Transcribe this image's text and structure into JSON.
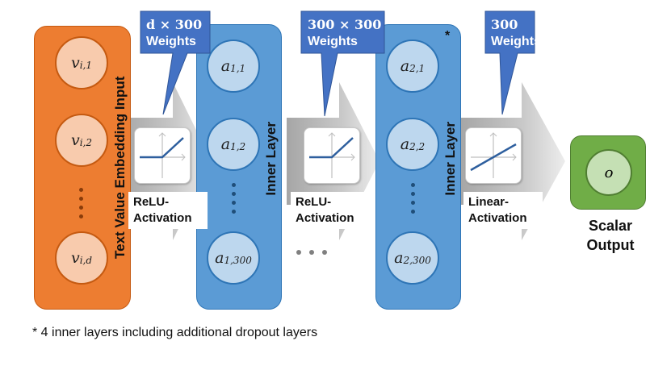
{
  "input_column": {
    "label": "Text Value Embedding Input",
    "nodes": [
      {
        "base": "v",
        "sub": "i,1"
      },
      {
        "base": "v",
        "sub": "i,2"
      },
      {
        "base": "v",
        "sub": "i,d"
      }
    ],
    "color": "#ed7d31"
  },
  "inner_layers": [
    {
      "label": "Inner Layer",
      "nodes": [
        {
          "base": "a",
          "sub": "1,1"
        },
        {
          "base": "a",
          "sub": "1,2"
        },
        {
          "base": "a",
          "sub": "1,300"
        }
      ]
    },
    {
      "label": "Inner Layer",
      "marker": "*",
      "nodes": [
        {
          "base": "a",
          "sub": "2,1"
        },
        {
          "base": "a",
          "sub": "2,2"
        },
        {
          "base": "a",
          "sub": "2,300"
        }
      ]
    }
  ],
  "inner_color": "#5b9bd5",
  "weights": [
    {
      "dims": "d × 300",
      "label": "Weights"
    },
    {
      "dims": "300 × 300",
      "label": "Weights"
    },
    {
      "dims": "300",
      "label": "Weights"
    }
  ],
  "activations": [
    {
      "type": "relu",
      "line1": "ReLU-",
      "line2": "Activation"
    },
    {
      "type": "relu",
      "line1": "ReLU-",
      "line2": "Activation"
    },
    {
      "type": "linear",
      "line1": "Linear-",
      "line2": "Activation"
    }
  ],
  "output": {
    "node": "o",
    "line1": "Scalar",
    "line2": "Output",
    "color": "#70ad47"
  },
  "footnote": "* 4 inner layers including additional dropout layers",
  "callout_color": "#4472c4"
}
